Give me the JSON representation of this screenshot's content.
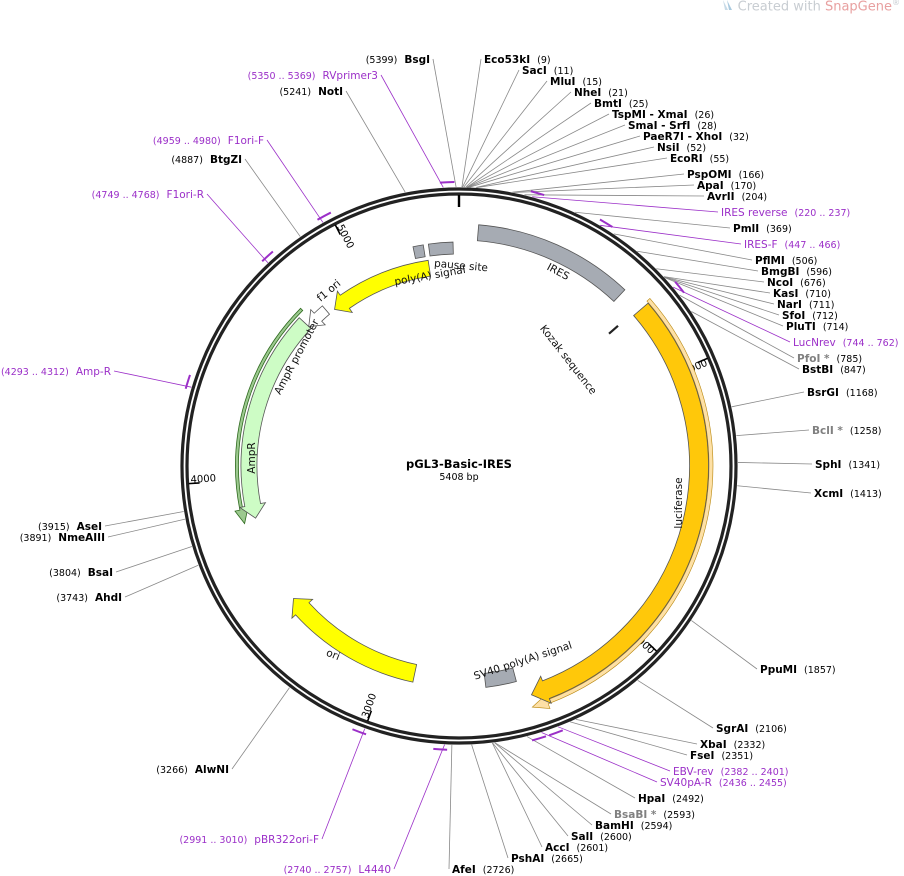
{
  "watermark": {
    "prefix": "Created with ",
    "brand": "SnapGene",
    "mark": "®"
  },
  "plasmid": {
    "name": "pGL3-Basic-IRES",
    "length_label": "5408 bp",
    "length": 5408
  },
  "ticks": [
    {
      "pos": 1000,
      "label": "1000"
    },
    {
      "pos": 2000,
      "label": "2000"
    },
    {
      "pos": 3000,
      "label": "3000"
    },
    {
      "pos": 4000,
      "label": "4000"
    },
    {
      "pos": 5000,
      "label": "5000"
    }
  ],
  "features": [
    {
      "name": "IRES",
      "start": 70,
      "end": 650,
      "color": "#a6abb3",
      "kind": "box"
    },
    {
      "name": "luciferase",
      "start": 740,
      "end": 2440,
      "color": "#ffc80a",
      "kind": "arrow"
    },
    {
      "name": "SV40 poly(A) signal",
      "start": 2480,
      "end": 2600,
      "color": "#a6abb3",
      "kind": "box"
    },
    {
      "name": "ori",
      "start": 2885,
      "end": 3475,
      "color": "#ffff00",
      "kind": "arrow"
    },
    {
      "name": "AmpR",
      "start": 3840,
      "end": 4700,
      "color": "#cdfcc5",
      "kind": "arrow-rev"
    },
    {
      "name": "AmpR promoter",
      "start": 4700,
      "end": 4800,
      "color": "#ffffff",
      "kind": "arrow-rev"
    },
    {
      "name": "f1 ori",
      "start": 4830,
      "end": 5280,
      "color": "#ffff00",
      "kind": "arrow-rev"
    },
    {
      "name": "poly(A) signal",
      "start": 5230,
      "end": 5270,
      "color": "#a6abb3",
      "kind": "box"
    },
    {
      "name": "pause site",
      "start": 5290,
      "end": 5385,
      "color": "#a6abb3",
      "kind": "box"
    },
    {
      "name": "Kozak sequence",
      "start": 730,
      "end": 740,
      "color": "#222222",
      "kind": "tick"
    }
  ],
  "sites": [
    {
      "name": "BsgI",
      "pos_label": "(5399)",
      "pos": 5399,
      "grey": false
    },
    {
      "name": "NotI",
      "pos_label": "(5241)",
      "pos": 5241,
      "grey": false
    },
    {
      "name": "BtgZI",
      "pos_label": "(4887)",
      "pos": 4887,
      "grey": false
    },
    {
      "name": "Eco53kI",
      "pos_label": "(9)",
      "pos": 9,
      "grey": false
    },
    {
      "name": "SacI",
      "pos_label": "(11)",
      "pos": 11,
      "grey": false
    },
    {
      "name": "MluI",
      "pos_label": "(15)",
      "pos": 15,
      "grey": false
    },
    {
      "name": "NheI",
      "pos_label": "(21)",
      "pos": 21,
      "grey": false
    },
    {
      "name": "BmtI",
      "pos_label": "(25)",
      "pos": 25,
      "grey": false
    },
    {
      "name": "TspMI - XmaI",
      "pos_label": "(26)",
      "pos": 26,
      "grey": false
    },
    {
      "name": "SmaI - SrfI",
      "pos_label": "(28)",
      "pos": 28,
      "grey": false
    },
    {
      "name": "PaeR7I - XhoI",
      "pos_label": "(32)",
      "pos": 32,
      "grey": false
    },
    {
      "name": "NsiI",
      "pos_label": "(52)",
      "pos": 52,
      "grey": false
    },
    {
      "name": "EcoRI",
      "pos_label": "(55)",
      "pos": 55,
      "grey": false
    },
    {
      "name": "PspOMI",
      "pos_label": "(166)",
      "pos": 166,
      "grey": false
    },
    {
      "name": "ApaI",
      "pos_label": "(170)",
      "pos": 170,
      "grey": false
    },
    {
      "name": "AvrII",
      "pos_label": "(204)",
      "pos": 204,
      "grey": false
    },
    {
      "name": "PmlI",
      "pos_label": "(369)",
      "pos": 369,
      "grey": false
    },
    {
      "name": "PflMI",
      "pos_label": "(506)",
      "pos": 506,
      "grey": false
    },
    {
      "name": "BmgBI",
      "pos_label": "(596)",
      "pos": 596,
      "grey": false
    },
    {
      "name": "NcoI",
      "pos_label": "(676)",
      "pos": 676,
      "grey": false
    },
    {
      "name": "KasI",
      "pos_label": "(710)",
      "pos": 710,
      "grey": false
    },
    {
      "name": "NarI",
      "pos_label": "(711)",
      "pos": 711,
      "grey": false
    },
    {
      "name": "SfoI",
      "pos_label": "(712)",
      "pos": 712,
      "grey": false
    },
    {
      "name": "PluTI",
      "pos_label": "(714)",
      "pos": 714,
      "grey": false
    },
    {
      "name": "PfoI *",
      "pos_label": "(785)",
      "pos": 785,
      "grey": true
    },
    {
      "name": "BstBI",
      "pos_label": "(847)",
      "pos": 847,
      "grey": false
    },
    {
      "name": "BsrGI",
      "pos_label": "(1168)",
      "pos": 1168,
      "grey": false
    },
    {
      "name": "BclI *",
      "pos_label": "(1258)",
      "pos": 1258,
      "grey": true
    },
    {
      "name": "SphI",
      "pos_label": "(1341)",
      "pos": 1341,
      "grey": false
    },
    {
      "name": "XcmI",
      "pos_label": "(1413)",
      "pos": 1413,
      "grey": false
    },
    {
      "name": "PpuMI",
      "pos_label": "(1857)",
      "pos": 1857,
      "grey": false
    },
    {
      "name": "SgrAI",
      "pos_label": "(2106)",
      "pos": 2106,
      "grey": false
    },
    {
      "name": "XbaI",
      "pos_label": "(2332)",
      "pos": 2332,
      "grey": false
    },
    {
      "name": "FseI",
      "pos_label": "(2351)",
      "pos": 2351,
      "grey": false
    },
    {
      "name": "HpaI",
      "pos_label": "(2492)",
      "pos": 2492,
      "grey": false
    },
    {
      "name": "BsaBI *",
      "pos_label": "(2593)",
      "pos": 2593,
      "grey": true
    },
    {
      "name": "BamHI",
      "pos_label": "(2594)",
      "pos": 2594,
      "grey": false
    },
    {
      "name": "SalI",
      "pos_label": "(2600)",
      "pos": 2600,
      "grey": false
    },
    {
      "name": "AccI",
      "pos_label": "(2601)",
      "pos": 2601,
      "grey": false
    },
    {
      "name": "PshAI",
      "pos_label": "(2665)",
      "pos": 2665,
      "grey": false
    },
    {
      "name": "AfeI",
      "pos_label": "(2726)",
      "pos": 2726,
      "grey": false
    },
    {
      "name": "AlwNI",
      "pos_label": "(3266)",
      "pos": 3266,
      "grey": false
    },
    {
      "name": "AhdI",
      "pos_label": "(3743)",
      "pos": 3743,
      "grey": false
    },
    {
      "name": "BsaI",
      "pos_label": "(3804)",
      "pos": 3804,
      "grey": false
    },
    {
      "name": "NmeAIII",
      "pos_label": "(3891)",
      "pos": 3891,
      "grey": false
    },
    {
      "name": "AseI",
      "pos_label": "(3915)",
      "pos": 3915,
      "grey": false
    }
  ],
  "primers": [
    {
      "name": "RVprimer3",
      "range_label": "(5350 .. 5369)",
      "start": 5350,
      "end": 5369
    },
    {
      "name": "F1ori-F",
      "range_label": "(4959 .. 4980)",
      "start": 4959,
      "end": 4980
    },
    {
      "name": "F1ori-R",
      "range_label": "(4749 .. 4768)",
      "start": 4749,
      "end": 4768
    },
    {
      "name": "Amp-R",
      "range_label": "(4293 .. 4312)",
      "start": 4293,
      "end": 4312
    },
    {
      "name": "IRES reverse",
      "range_label": "(220 .. 237)",
      "start": 220,
      "end": 237
    },
    {
      "name": "IRES-F",
      "range_label": "(447 .. 466)",
      "start": 447,
      "end": 466
    },
    {
      "name": "LucNrev",
      "range_label": "(744 .. 762)",
      "start": 744,
      "end": 762
    },
    {
      "name": "EBV-rev",
      "range_label": "(2382 .. 2401)",
      "start": 2382,
      "end": 2401
    },
    {
      "name": "SV40pA-R",
      "range_label": "(2436 .. 2455)",
      "start": 2436,
      "end": 2455
    },
    {
      "name": "pBR322ori-F",
      "range_label": "(2991 .. 3010)",
      "start": 2991,
      "end": 3010
    },
    {
      "name": "L4440",
      "range_label": "(2740 .. 2757)",
      "start": 2740,
      "end": 2757
    }
  ]
}
